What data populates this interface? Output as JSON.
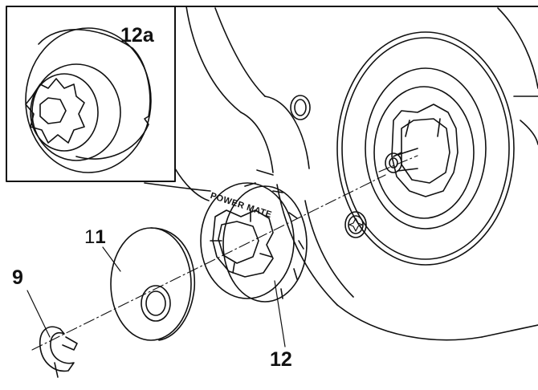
{
  "labels": {
    "inset": "12a",
    "part_11_prefix": "1",
    "part_11_suffix": "1",
    "part_9": "9",
    "part_12": "12"
  },
  "brand_text": "POWER MATE",
  "colors": {
    "line": "#111111",
    "background": "#ffffff"
  }
}
